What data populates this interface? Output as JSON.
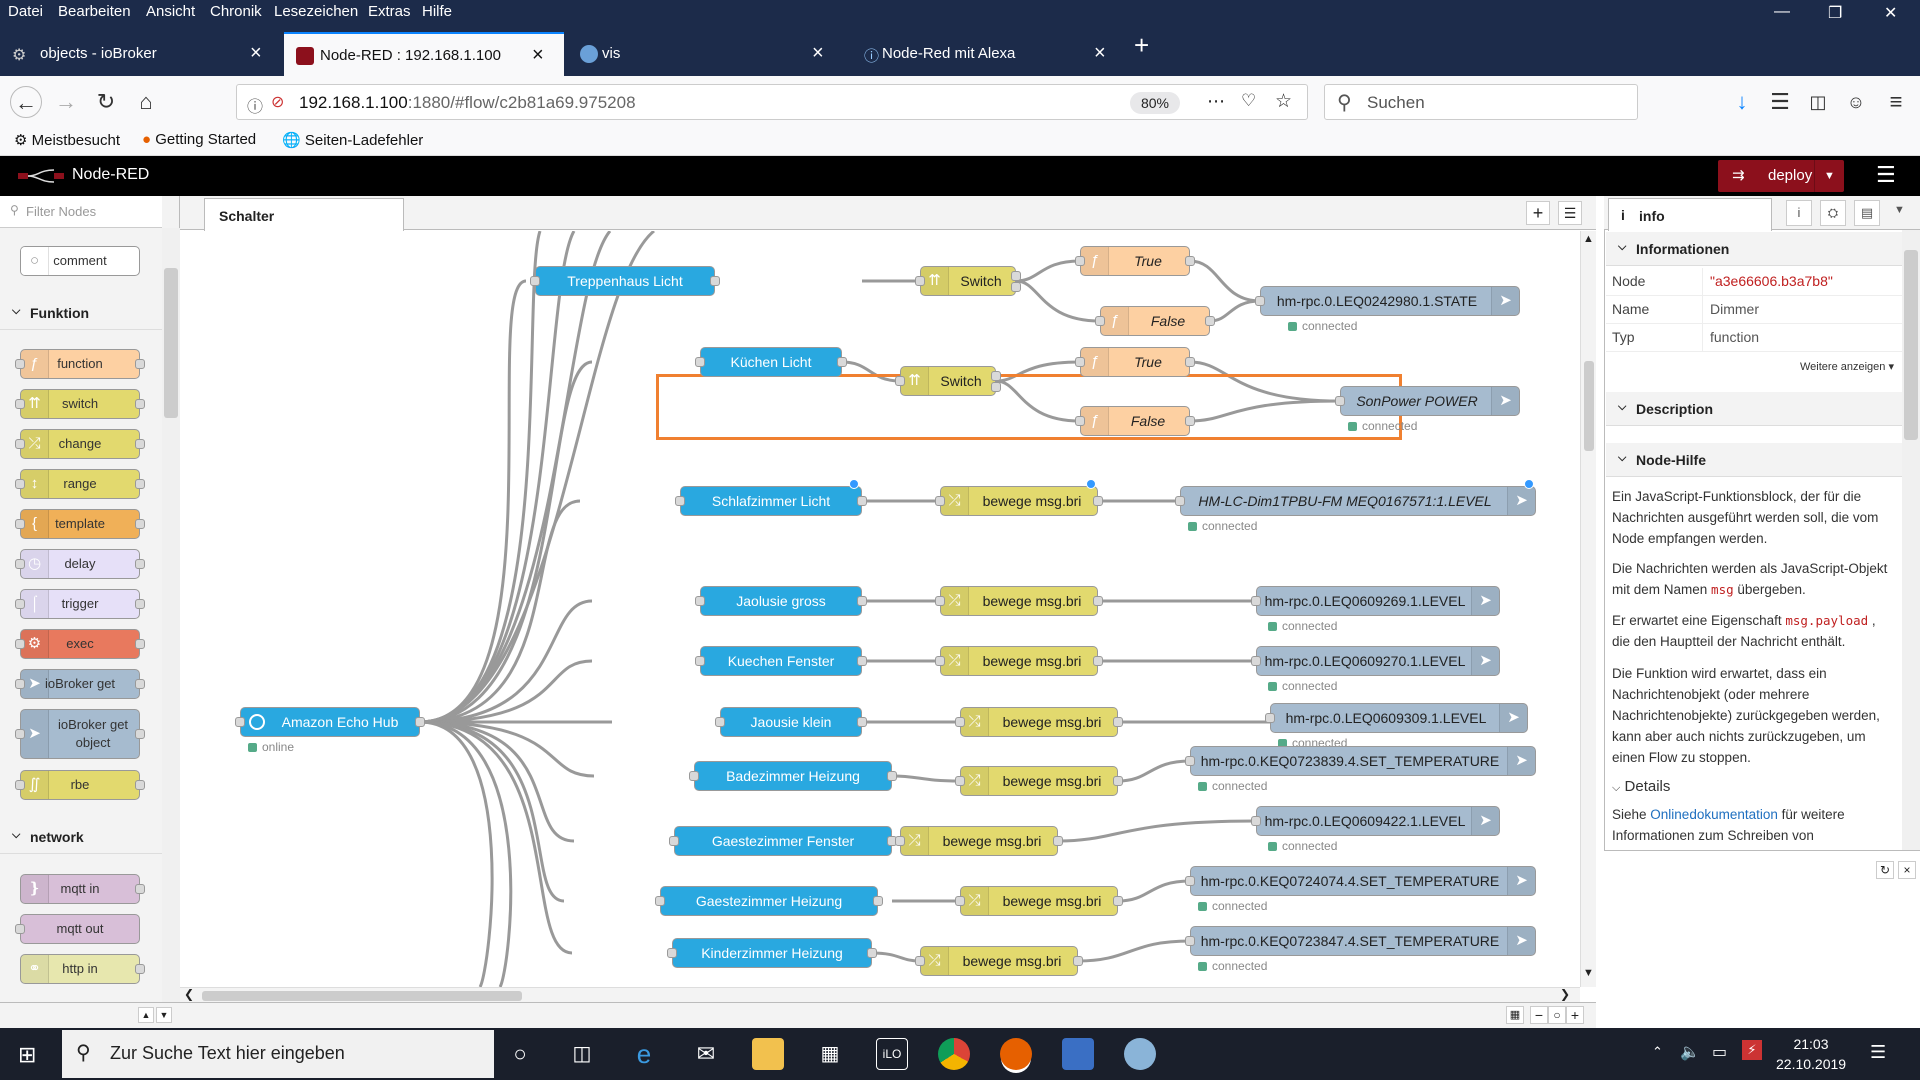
{
  "menu": [
    "Datei",
    "Bearbeiten",
    "Ansicht",
    "Chronik",
    "Lesezeichen",
    "Extras",
    "Hilfe"
  ],
  "tabs": [
    {
      "title": "objects - ioBroker"
    },
    {
      "title": "Node-RED : 192.168.1.100"
    },
    {
      "title": "vis"
    },
    {
      "title": "Node-Red mit Alexa"
    }
  ],
  "address": {
    "host": "192.168.1.100",
    "rest": ":1880/#flow/c2b81a69.975208",
    "zoom": "80%"
  },
  "search_placeholder": "Suchen",
  "bookmarks": [
    "Meistbesucht",
    "Getting Started",
    "Seiten-Ladefehler"
  ],
  "nodered": {
    "title": "Node-RED",
    "deploy": "deploy"
  },
  "palette": {
    "filter_placeholder": "Filter Nodes",
    "comment": "comment",
    "cat_funktion": "Funktion",
    "funktion_nodes": [
      "function",
      "switch",
      "change",
      "range",
      "template",
      "delay",
      "trigger",
      "exec",
      "ioBroker get",
      "ioBroker get object",
      "rbe"
    ],
    "cat_network": "network",
    "network_nodes": [
      "mqtt in",
      "mqtt out",
      "http in"
    ]
  },
  "workspace": {
    "tab": "Schalter",
    "nodes": {
      "hub": "Amazon Echo Hub",
      "hub_status": "online",
      "treppenhaus": "Treppenhaus Licht",
      "switch1": "Switch",
      "true1": "True",
      "false1": "False",
      "state1": "hm-rpc.0.LEQ0242980.1.STATE",
      "kuechen_licht": "Küchen Licht",
      "switch2": "Switch",
      "true2": "True",
      "false2": "False",
      "sonpower": "SonPower POWER",
      "schlafzimmer": "Schlafzimmer Licht",
      "bewege": "bewege msg.bri",
      "dim1": "HM-LC-Dim1TPBU-FM MEQ0167571:1.LEVEL",
      "jalousie_gross": "Jaolusie gross",
      "lvl1": "hm-rpc.0.LEQ0609269.1.LEVEL",
      "kuechen_fenster": "Kuechen Fenster",
      "lvl2": "hm-rpc.0.LEQ0609270.1.LEVEL",
      "jalousie_klein": "Jaousie klein",
      "lvl3": "hm-rpc.0.LEQ0609309.1.LEVEL",
      "bad_heizung": "Badezimmer Heizung",
      "temp1": "hm-rpc.0.KEQ0723839.4.SET_TEMPERATURE",
      "gaeste_fenster": "Gaestezimmer Fenster",
      "lvl4": "hm-rpc.0.LEQ0609422.1.LEVEL",
      "gaeste_heizung": "Gaestezimmer Heizung",
      "temp2": "hm-rpc.0.KEQ0724074.4.SET_TEMPERATURE",
      "kinder_heizung": "Kinderzimmer Heizung",
      "temp3": "hm-rpc.0.KEQ0723847.4.SET_TEMPERATURE"
    },
    "connected": "connected"
  },
  "sidebar": {
    "tab": "info",
    "sec_info": "Informationen",
    "props": [
      {
        "key": "Node",
        "value": "\"a3e66606.b3a7b8\""
      },
      {
        "key": "Name",
        "value": "Dimmer"
      },
      {
        "key": "Typ",
        "value": "function"
      }
    ],
    "more": "Weitere anzeigen",
    "sec_desc": "Description",
    "sec_help": "Node-Hilfe",
    "help_p1": "Ein JavaScript-Funktionsblock, der für die Nachrichten ausgeführt werden soll, die vom Node empfangen werden.",
    "help_p2a": "Die Nachrichten werden als JavaScript-Objekt mit dem Namen",
    "help_p2code": "msg",
    "help_p2b": "übergeben.",
    "help_p3a": "Er erwartet eine Eigenschaft",
    "help_p3code": "msg.payload",
    "help_p3b": ", die den Hauptteil der Nachricht enthält.",
    "help_p4": "Die Funktion wird erwartet, dass ein Nachrichtenobjekt (oder mehrere Nachrichtenobjekte) zurückgegeben werden, kann aber auch nichts zurückzugeben, um einen Flow zu stoppen.",
    "details": "Details",
    "help_p5a": "Siehe",
    "help_p5link": "Onlinedokumentation",
    "help_p5b": "für weitere Informationen zum Schreiben von"
  },
  "taskbar": {
    "search": "Zur Suche Text hier eingeben",
    "time": "21:03",
    "date": "22.10.2019"
  },
  "colors": {
    "inject_blue": "#3fadb5",
    "alexa_blue": "#29a8e0",
    "function": "#fdd0a2",
    "change": "#e2d96e",
    "iobroker": "#a6bbcf",
    "highlight": "#f08030"
  }
}
